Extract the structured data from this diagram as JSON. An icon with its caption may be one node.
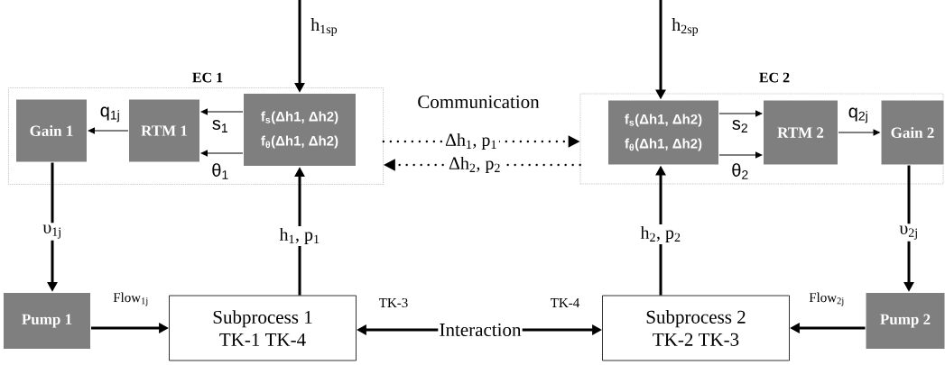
{
  "diagram": {
    "nodes": [
      {
        "text": [
          "EC 1"
        ]
      },
      {
        "text": [
          "Gain 1"
        ],
        "in": 0
      },
      {
        "text": [
          "RTM 1"
        ],
        "in": 0
      },
      {
        "text": [
          "f$_{s}$(Δh1, Δh2)",
          "f$_{θ}$(Δh1, Δh2)"
        ],
        "in": 0
      },
      {
        "text": [
          "EC 2"
        ]
      },
      {
        "text": [
          "f$_{s}$(Δh1, Δh2)",
          "f$_{θ}$(Δh1, Δh2)"
        ],
        "in": 4
      },
      {
        "text": [
          "RTM 2"
        ],
        "in": 4
      },
      {
        "text": [
          "Gain 2"
        ],
        "in": 4
      },
      {
        "text": [
          "Pump 1"
        ]
      },
      {
        "text": [
          "Subprocess 1",
          "TK-1 TK-4"
        ]
      },
      {
        "text": [
          "Subprocess 2",
          "TK-2 TK-3"
        ]
      },
      {
        "text": [
          "Pump 2"
        ]
      },
      {
        "text": [
          "Interaction"
        ]
      }
    ],
    "edges": [
      {
        "from": null,
        "to": 3,
        "arrow": "to",
        "label": "h$_{1sp}$"
      },
      {
        "from": 3,
        "to": 2,
        "arrow": "to",
        "label": "s$_{1}$"
      },
      {
        "from": 3,
        "to": 2,
        "arrow": "to",
        "label": "θ$_{1}$"
      },
      {
        "from": 2,
        "to": 1,
        "arrow": "to",
        "label": "q$_{1j}$"
      },
      {
        "from": 1,
        "to": 8,
        "arrow": "to",
        "label": "υ$_{1j}$"
      },
      {
        "from": 9,
        "to": 3,
        "arrow": "to",
        "label": "h$_{1}$, p$_{1}$"
      },
      {
        "from": 8,
        "to": 9,
        "arrow": "to",
        "label": "Flow$_{1j}$"
      },
      {
        "from": 12,
        "to": 9,
        "arrow": "to",
        "label": "TK-3"
      },
      {
        "from": 12,
        "to": 10,
        "arrow": "to",
        "label": "TK-4"
      },
      {
        "from": 11,
        "to": 10,
        "arrow": "to",
        "label": "Flow$_{2j}$"
      },
      {
        "from": 7,
        "to": 11,
        "arrow": "to",
        "label": "υ$_{2j}$"
      },
      {
        "from": 10,
        "to": 5,
        "arrow": "to",
        "label": "h$_{2}$, p$_{2}$"
      },
      {
        "from": null,
        "to": 5,
        "arrow": "to",
        "label": "h$_{2sp}$"
      },
      {
        "from": 5,
        "to": 6,
        "arrow": "to",
        "label": "s$_{2}$"
      },
      {
        "from": 5,
        "to": 6,
        "arrow": "to",
        "label": "θ$_{2}$"
      },
      {
        "from": 6,
        "to": 7,
        "arrow": "to",
        "label": "q$_{2j}$"
      },
      {
        "from": 0,
        "to": 4,
        "arrow": "to",
        "label": "Δh$_{1}$, p$_{1}$",
        "style": "dashed"
      },
      {
        "from": 4,
        "to": 0,
        "arrow": "to",
        "label": "Δh$_{2}$, p$_{2}$",
        "style": "dashed"
      }
    ],
    "labels": [
      "Communication"
    ]
  }
}
